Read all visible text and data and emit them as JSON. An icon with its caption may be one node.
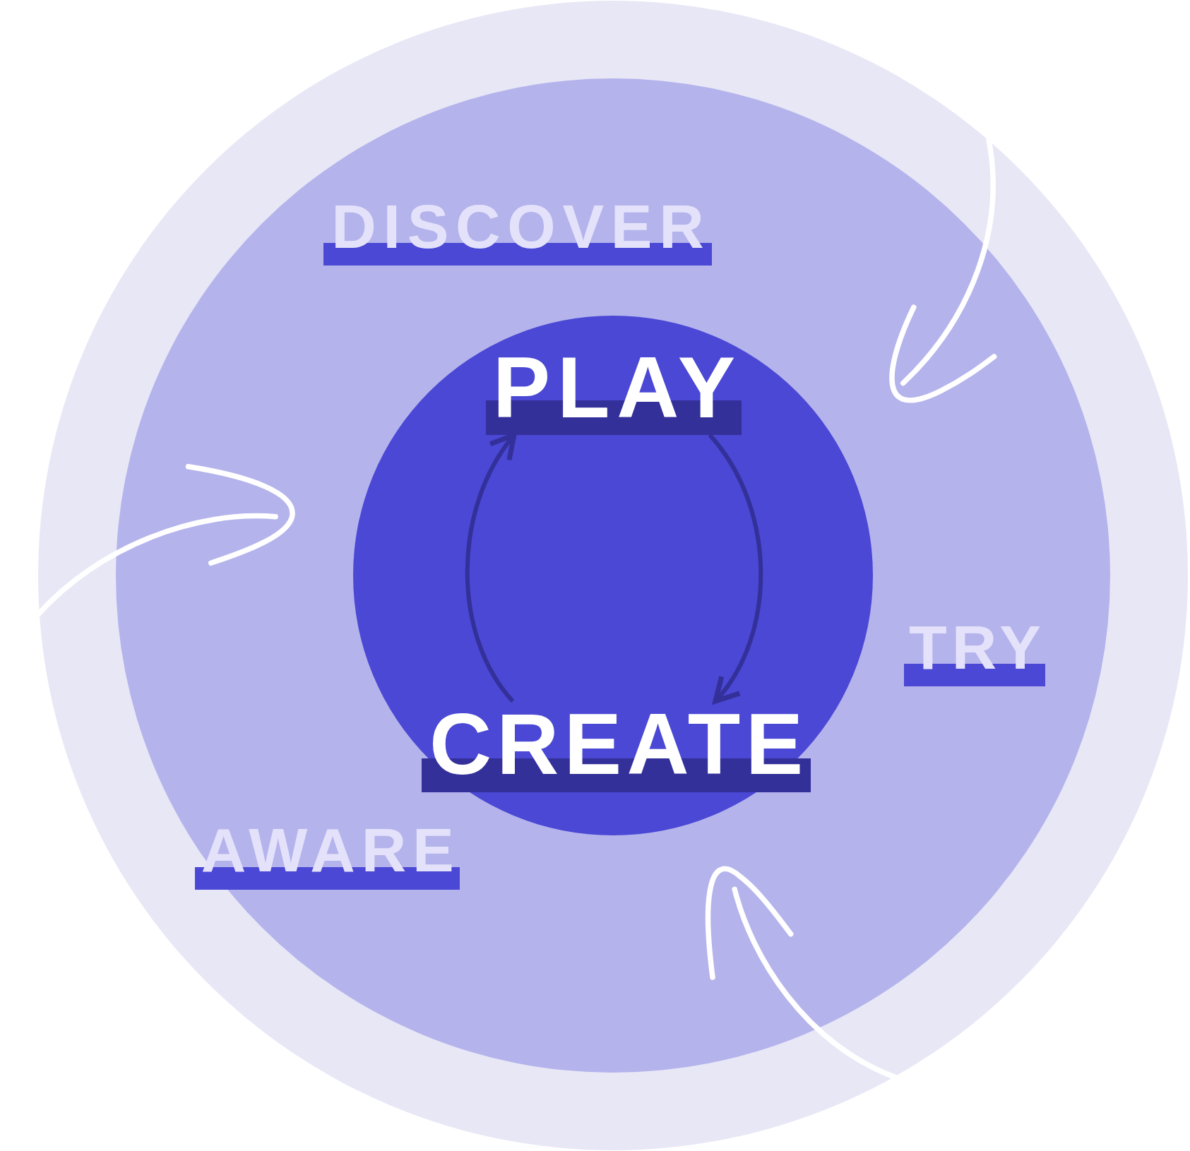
{
  "diagram": {
    "nodes": [
      {
        "text": [],
        "shape": "circle"
      },
      {
        "text": [],
        "shape": "circle",
        "in": 0
      },
      {
        "text": [
          "DISCOVER"
        ],
        "in": 1
      },
      {
        "text": [],
        "shape": "circle",
        "in": 1
      },
      {
        "text": [
          "PLAY"
        ],
        "in": 3
      },
      {
        "text": [
          "TRY"
        ],
        "in": 1
      },
      {
        "text": [
          "CREATE"
        ],
        "in": 3
      },
      {
        "text": [
          "AWARE"
        ],
        "in": 1
      }
    ],
    "edges": [
      {
        "from": 6,
        "to": 4,
        "arrow": "to"
      },
      {
        "from": 4,
        "to": 6,
        "arrow": "to"
      }
    ]
  }
}
